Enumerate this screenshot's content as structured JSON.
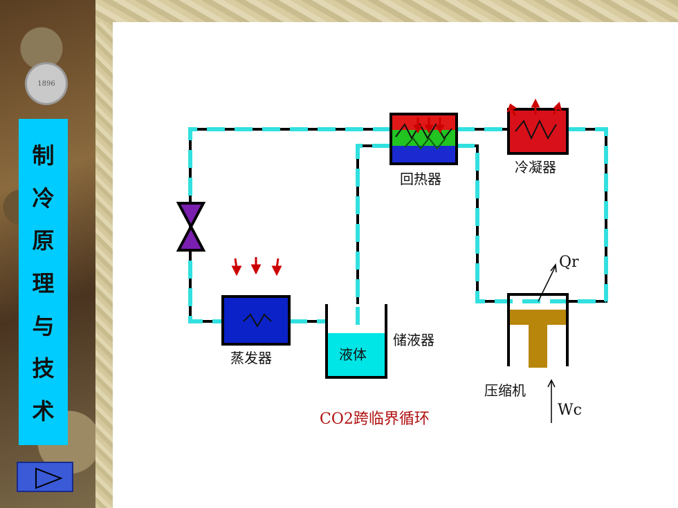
{
  "sidebar": {
    "title_chars": [
      "制",
      "冷",
      "原",
      "理",
      "与",
      "技",
      "术"
    ],
    "logo_text": "1896"
  },
  "diagram": {
    "labels": {
      "regenerator": "回热器",
      "condenser": "冷凝器",
      "evaporator": "蒸发器",
      "receiver": "储液器",
      "liquid": "液体",
      "compressor": "压缩机",
      "qr": "Qr",
      "wc": "Wc"
    },
    "caption": "CO2跨临界循环",
    "colors": {
      "pipe": "#000000",
      "flow": "#33e0e0",
      "liquid": "#00e5e5",
      "condenser": "#e01010",
      "evaporator": "#0a22c8",
      "piston": "#b8860b",
      "caption": "#b01010",
      "valve": "#7a1fb0"
    }
  }
}
